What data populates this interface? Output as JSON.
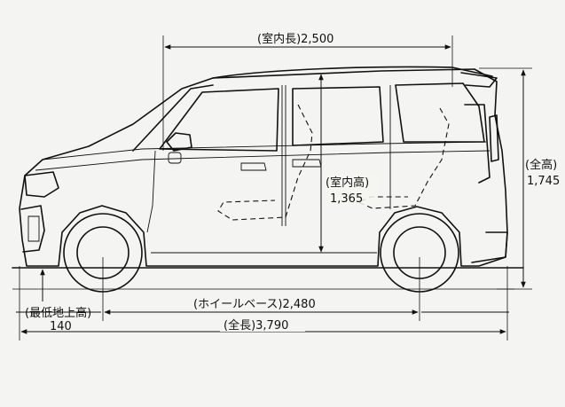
{
  "dimensions": {
    "interior_length": "(室内長)2,500",
    "interior_height_label": "(室内高)",
    "interior_height_value": "1,365",
    "overall_height_label": "(全高)",
    "overall_height_value": "1,745",
    "ground_clearance_label": "(最低地上高)",
    "ground_clearance_value": "140",
    "wheelbase": "(ホイールベース)2,480",
    "overall_length": "(全長)3,790"
  },
  "colors": {
    "ink": "#111111",
    "paper": "#f4f4f2"
  }
}
